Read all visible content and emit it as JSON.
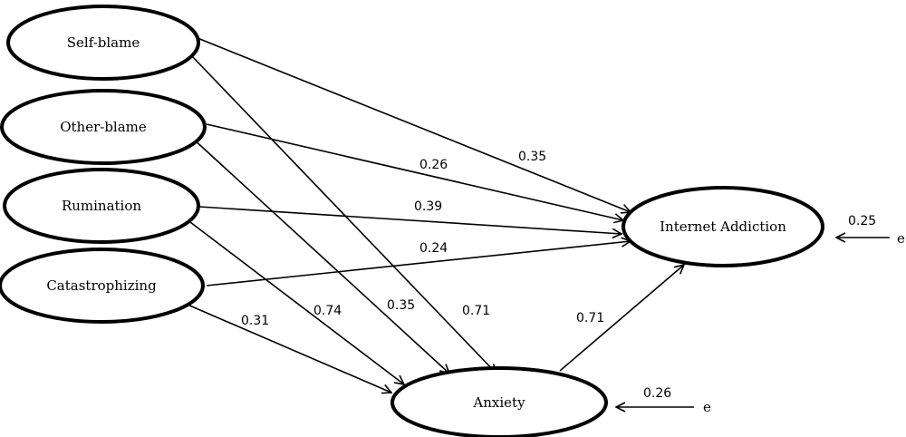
{
  "nodes": {
    "self_blame": "Self-blame",
    "other_blame": "Other-blame",
    "rumination": "Rumination",
    "catastrophizing": "Catastrophizing",
    "internet_addiction": "Internet Addiction",
    "anxiety": "Anxiety"
  },
  "paths": {
    "self_blame_to_internet": "0.35",
    "other_blame_to_internet": "0.26",
    "rumination_to_internet": "0.39",
    "catastrophizing_to_internet": "0.24",
    "catastrophizing_to_anxiety": "0.31",
    "rumination_to_anxiety": "0.74",
    "other_blame_to_anxiety": "0.35",
    "self_blame_to_anxiety": "0.71",
    "anxiety_to_internet": "0.71"
  },
  "errors": {
    "internet_addiction": {
      "value": "0.25",
      "label": "e"
    },
    "anxiety": {
      "value": "0.26",
      "label": "e"
    }
  },
  "colors": {
    "stroke": "#000000",
    "background": "#ffffff"
  }
}
